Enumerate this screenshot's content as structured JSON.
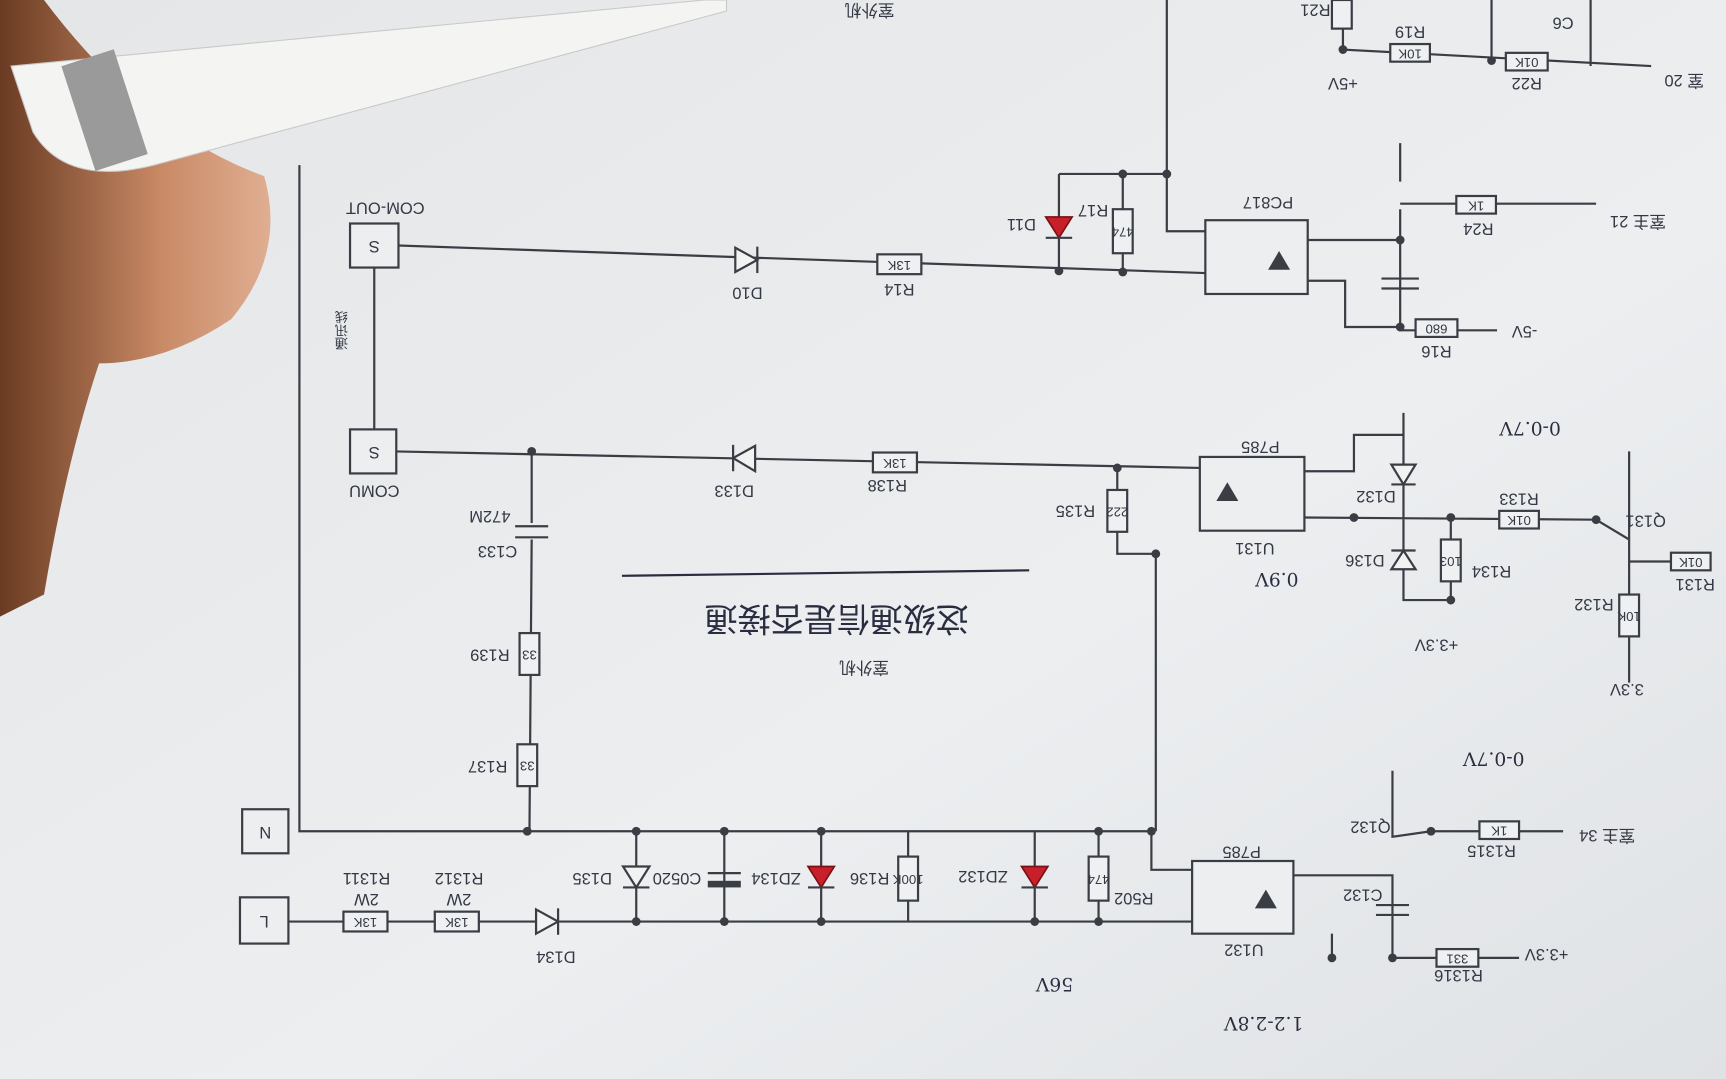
{
  "title_top": "室外机",
  "title_center": "室外机",
  "handwritten_note": "这级通信是否接通",
  "connectors": {
    "com_out": "COM-OUT",
    "comu": "COMU",
    "s1": "S",
    "s2": "S",
    "n": "N",
    "l": "L",
    "comm_line": "通讯线"
  },
  "components": {
    "d10": "D10",
    "r14": "R14",
    "r14_val": "13K",
    "d11": "D11",
    "r17": "R17",
    "r17_val": "474",
    "pc817": "PC817",
    "r24": "R24",
    "r24_val": "1K",
    "r16": "R16",
    "r16_val": "680",
    "neg5v": "-5V",
    "pos5v": "+5V",
    "r21": "R21",
    "r19": "R19",
    "r19_val": "10K",
    "r22": "R22",
    "r22_val": "01K",
    "c6": "C6",
    "io21": "室主 21",
    "io20": "室 20",
    "p785_top": "P785",
    "u131": "U131",
    "r135": "R135",
    "r135_val": "222",
    "d132": "D132",
    "d136": "D136",
    "r134": "R134",
    "r134_val": "103",
    "r133": "R133",
    "r133_val": "01K",
    "q131": "Q131",
    "r131": "R131",
    "r131_val": "01K",
    "r132": "R132",
    "r132_val": "10K",
    "v33": "3.3V",
    "pv33_a": "+3.3V",
    "d133": "D133",
    "r138": "R138",
    "r138_val": "13K",
    "c133": "C133",
    "c133_val": "472M",
    "r139": "R139",
    "r139_val": "33",
    "r137": "R137",
    "r137_val": "33",
    "r1311": "R1311",
    "r1311_w": "2W",
    "r1311_val": "13K",
    "r1312": "R1312",
    "r1312_w": "2W",
    "r1312_val": "13K",
    "d134": "D134",
    "d135": "D135",
    "c0520": "C0520",
    "zd134": "ZD134",
    "r136": "R136",
    "r136_val": "100K",
    "zd132": "ZD132",
    "r502": "R502",
    "r502_val": "474",
    "p785_bot": "P785",
    "u132": "U132",
    "c132": "C132",
    "q132": "Q132",
    "r1315": "R1315",
    "r1315_val": "1K",
    "io34": "室主 34",
    "r1316": "R1316",
    "r1316_val": "331",
    "pv33_b": "+3.3V"
  },
  "annotations": {
    "v09": "0.9V",
    "v007_a": "0-0.7V",
    "v007_b": "0-0.7V",
    "v56": "56V",
    "v1228": "1.2-2.8V"
  }
}
